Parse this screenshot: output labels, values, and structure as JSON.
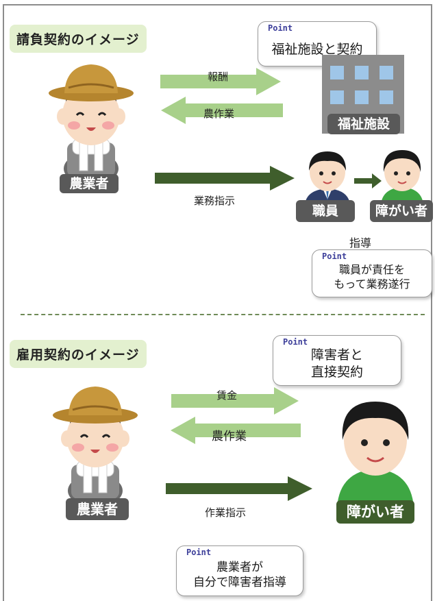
{
  "contract": {
    "title": "請負契約のイメージ",
    "point_label": "Point",
    "point_main": "福祉施設と契約",
    "payment_label": "報酬",
    "work_label": "農作業",
    "instruction_label": "業務指示",
    "facility_label": "福祉施設",
    "farmer_label": "農業者",
    "staff_label": "職員",
    "disabled_label": "障がい者",
    "guidance_label": "指導",
    "point_staff": "職員が責任を\nもって業務遂行"
  },
  "employment": {
    "title": "雇用契約のイメージ",
    "point_label": "Point",
    "point_main": "障害者と\n直接契約",
    "wage_label": "賃金",
    "work_label": "農作業",
    "instruction_label": "作業指示",
    "farmer_label": "農業者",
    "disabled_label": "障がい者",
    "point_farmer": "農業者が\n自分で障害者指導"
  },
  "colors": {
    "light_arrow": "#a8d08a",
    "dark_arrow": "#3f5e2c",
    "title_bg": "#e3f0cf",
    "label_bg": "#595959",
    "hat": "#b5852e",
    "shirt_green": "#3ea743",
    "suit": "#2f3f6a"
  }
}
